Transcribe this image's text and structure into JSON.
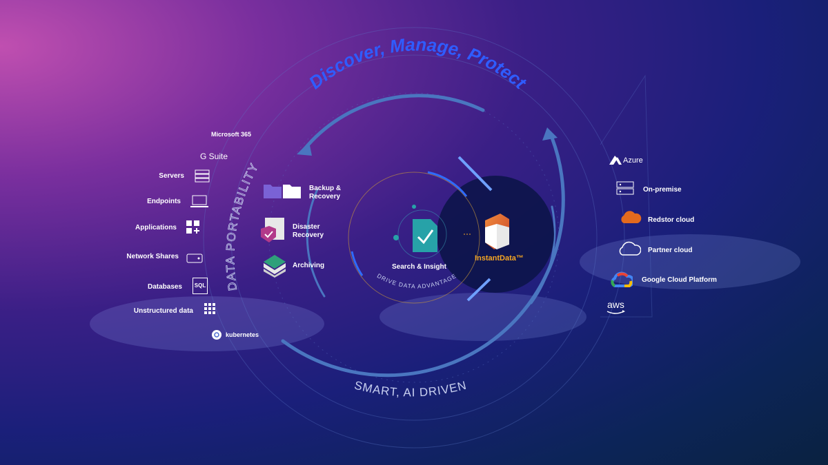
{
  "headline": "Discover, Manage, Protect",
  "left_arc_text": "DATA PORTABILITY",
  "bottom_arc_text": "SMART, AI DRIVEN",
  "inner_arc_text": "DRIVE DATA ADVANTAGE",
  "sources": {
    "microsoft365": "Microsoft 365",
    "gsuite": "G Suite",
    "servers": "Servers",
    "endpoints": "Endpoints",
    "applications": "Applications",
    "network_shares": "Network Shares",
    "databases": "Databases",
    "databases_icon_text": "SQL",
    "unstructured": "Unstructured data",
    "kubernetes": "kubernetes"
  },
  "services": {
    "backup": [
      "Backup &",
      "Recovery"
    ],
    "disaster": [
      "Disaster",
      "Recovery"
    ],
    "archiving": "Archiving"
  },
  "center": {
    "search_insight": "Search & Insight",
    "instantdata": "InstantData™"
  },
  "destinations": {
    "azure": "Azure",
    "onpremise": "On-premise",
    "redstor": "Redstor cloud",
    "partner": "Partner cloud",
    "gcp": "Google Cloud Platform",
    "aws": "aws"
  },
  "colors": {
    "headline": "#2f5cff",
    "instantdata_text": "#f5a623",
    "arrow": "#3d6bb3",
    "accent_orange": "#e46a1e"
  }
}
